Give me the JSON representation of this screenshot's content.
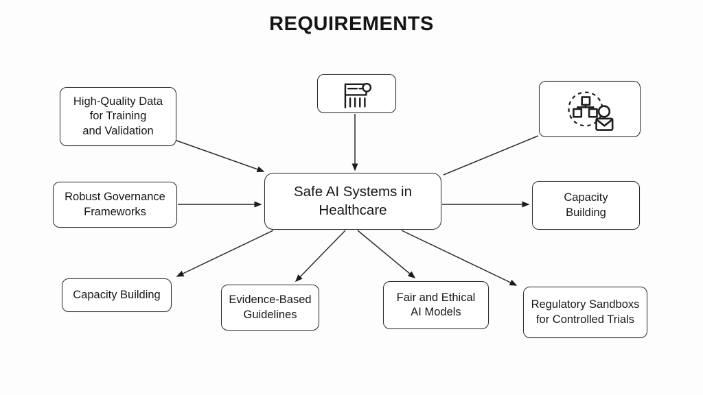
{
  "title": "REQUIREMENTS",
  "center_node": {
    "label": "Safe AI Systems in\nHealthcare"
  },
  "nodes": {
    "high_quality_data": {
      "label": "High-Quality Data\nfor Training\nand Validation"
    },
    "report_icon_node": {
      "icon": "report-audit-icon"
    },
    "network_icon_node": {
      "icon": "org-network-contact-icon"
    },
    "robust_governance": {
      "label": "Robust Governance\nFrameworks"
    },
    "capacity_building_right": {
      "label": "Capacity\nBuilding"
    },
    "capacity_building_left": {
      "label": "Capacity Building"
    },
    "evidence_based": {
      "label": "Evidence-Based\nGuidelines"
    },
    "fair_ethical": {
      "label": "Fair and Ethical\nAI Models"
    },
    "regulatory_sandboxs": {
      "label": "Regulatory Sandboxs\nfor Controlled Trials"
    }
  },
  "colors": {
    "stroke": "#1f1f1f",
    "node_fill": "#ffffff",
    "background": "#fdfdfd"
  }
}
